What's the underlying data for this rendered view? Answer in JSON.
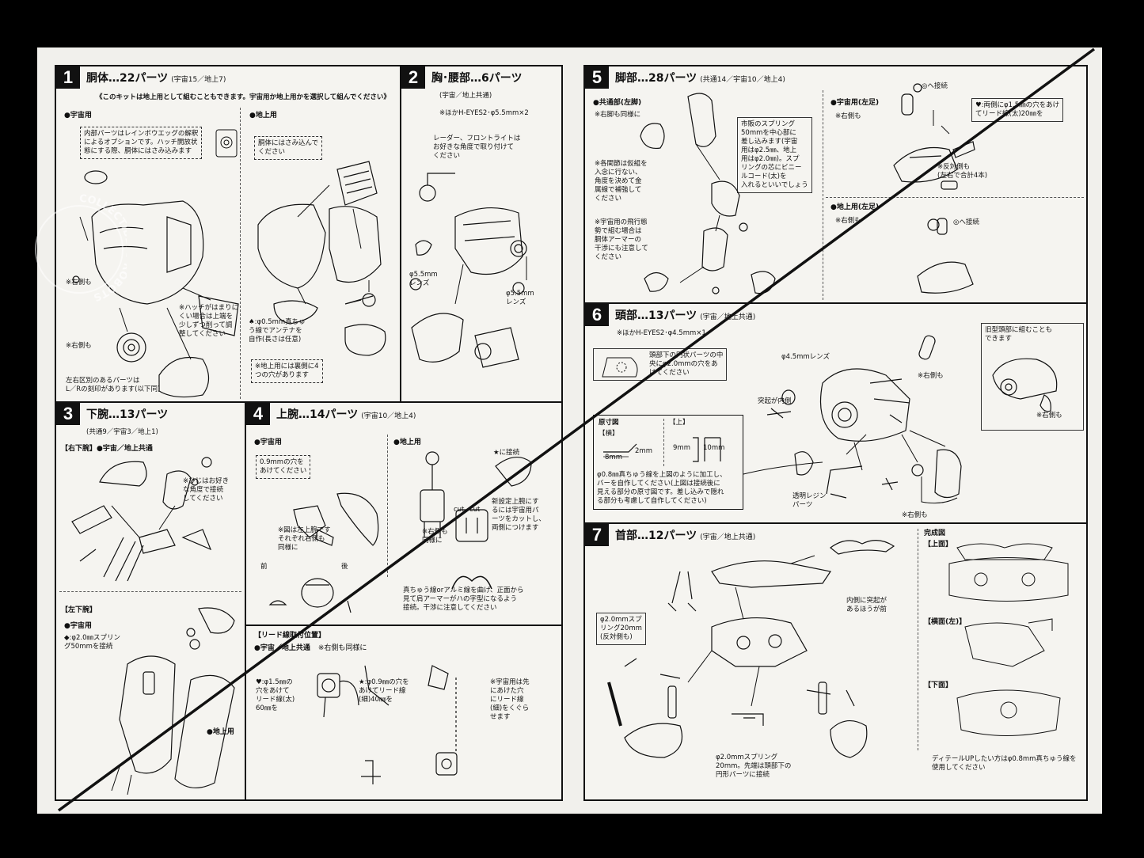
{
  "sections": {
    "s1": {
      "num": "1",
      "title": "胴体…22パーツ",
      "sub": "(宇宙15／地上7)",
      "intro": "《このキットは地上用として組むこともできます。宇宙用か地上用かを選択して組んでください》",
      "space_label": "●宇宙用",
      "ground_label": "●地上用",
      "note_inner": [
        "内部パーツはレインボウエッグの解釈",
        "によるオプションです。ハッチ開放状",
        "態にする際、胴体にはさみ込みます"
      ],
      "note_ground": [
        "胴体にはさみ込んで",
        "ください"
      ],
      "right_side_1": "※右側も",
      "right_side_2": "※右側も",
      "hatch_note": [
        "※ハッチがはまりに",
        "くい場合は上端を",
        "少しずつ削って調",
        "整してください"
      ],
      "antenna_note": [
        "♠:φ0.5mm真ちゅ",
        "う線でアンテナを",
        "自作(長さは任意)"
      ],
      "holes_note": [
        "※地上用には裏側に4",
        "つの穴があります"
      ],
      "lr_note": [
        "左右区別のあるパーツは",
        "L／Rの刻印があります(以下同)"
      ]
    },
    "s2": {
      "num": "2",
      "title": "胸･腰部…6パーツ",
      "sub": "(宇宙／地上共通)",
      "extra": "※ほかH-EYES2･φ5.5mm×2",
      "radar_note": [
        "レーダー、フロントライトは",
        "お好きな角度で取り付けて",
        "ください"
      ],
      "lens1": [
        "φ5.5mm",
        "レンズ"
      ],
      "lens2": [
        "φ5.5mm",
        "レンズ"
      ]
    },
    "s3": {
      "num": "3",
      "title": "下腕…13パーツ",
      "sub": "",
      "counts": "(共通9／宇宙3／地上1)",
      "right_arm": "【右下腕】",
      "right_common": "●宇宙／地上共通",
      "elbow_note": [
        "※ひじはお好き",
        "な角度で接続",
        "してください"
      ],
      "left_arm": "【左下腕】",
      "left_space": "●宇宙用",
      "spring_note": [
        "◆:φ2.0㎜スプリン",
        "グ50mmを接続"
      ],
      "ground": "●地上用"
    },
    "s4": {
      "num": "4",
      "title": "上腕…14パーツ",
      "sub": "(宇宙10／地上4)",
      "space_label": "●宇宙用",
      "ground_label": "●地上用",
      "hole_note": [
        "0.9mmの穴を",
        "あけてください"
      ],
      "fig_note": [
        "※図は左上腕です",
        "それぞれ右側も",
        "同様に"
      ],
      "front": "前",
      "back": "後",
      "star_connect": "★に接続",
      "cut1": "cut",
      "cut2": "cut",
      "similar": [
        "※右側も",
        "同様に"
      ],
      "new_note": [
        "新設定上腕にす",
        "るには宇宙用パ",
        "ーツをカットし、",
        "両側につけます"
      ],
      "wire_note": [
        "真ちゅう線orアルミ線を曲げ、正面から",
        "見て肩アーマーがハの字型になるよう",
        "接続。干渉に注意してください"
      ]
    },
    "lead": {
      "title": "【リード線取付位置】",
      "common": "●宇宙／地上共通",
      "right_similar": "※右側も同様に",
      "heart_note": [
        "♥:φ1.5㎜の",
        "穴をあけて",
        "リード線(太)",
        "60㎜を"
      ],
      "star_note": [
        "★:φ0.9㎜の穴を",
        "あけてリード線",
        "(細)40㎜を"
      ],
      "space_note": [
        "※宇宙用は先",
        "にあけた穴",
        "にリード線",
        "(細)をくぐら",
        "せます"
      ]
    },
    "s5": {
      "num": "5",
      "title": "脚部…28パーツ",
      "sub": "(共通14／宇宙10／地上4)",
      "common_label": "●共通部(左脚)",
      "right_similar": "※右脚も同様に",
      "joint_note": [
        "※各関節は仮組を",
        "入念に行ない、",
        "角度を決めて金",
        "属線で補強して",
        "ください"
      ],
      "flight_note": [
        "※宇宙用の飛行態",
        "勢で組む場合は",
        "胴体アーマーの",
        "干渉にも注意して",
        "ください"
      ],
      "spring_note": [
        "市販のスプリング",
        "50mmを中心部に",
        "差し込みます(宇宙",
        "用はφ2.5㎜、地上",
        "用はφ2.0㎜)。スプ",
        "リングの芯にビニー",
        "ルコード(太)を",
        "入れるといいでしょう"
      ],
      "space_left": "●宇宙用(左足)",
      "right_too": "※右側も",
      "connect1": "◎へ接続",
      "heart_note": [
        "♥:両側にφ1.5㎜の穴をあけ",
        "てリード線(太)20㎜を"
      ],
      "opposite": [
        "※反対側も",
        "(左右で合計4本)"
      ],
      "ground_left": "●地上用(左足)",
      "connect2": "◎へ接続",
      "right_too2": "※右側も"
    },
    "s6": {
      "num": "6",
      "title": "頭部…13パーツ",
      "sub": "(宇宙／地上共通)",
      "extra": "※ほかH-EYES2･φ4.5mm×1",
      "disc_note": [
        "頭部下の円状パーツの中",
        "央にφ2.0mmの穴をあ",
        "けてください"
      ],
      "lens": "φ4.5mmレンズ",
      "right_a": "※右側も",
      "inner": "突起が内側",
      "old_head": [
        "旧型頭部に組むことも",
        "できます"
      ],
      "right_b": "※右側も",
      "orig": "原寸図",
      "side": "【横】",
      "top": "【上】",
      "d8": "8mm",
      "d2": "2mm",
      "d9": "9mm",
      "d10": "10mm",
      "resin": [
        "透明レジン",
        "パーツ"
      ],
      "bar_note": [
        "φ0.8㎜真ちゅう線を上図のように加工し、",
        "バーを自作してください(上図は接続後に",
        "見える部分の原寸図です。差し込みで隠れ",
        "る部分も考慮して自作してください)"
      ],
      "right_c": "※右側も"
    },
    "s7": {
      "num": "7",
      "title": "首部…12パーツ",
      "sub": "(宇宙／地上共通)",
      "spring_l": [
        "φ2.0mmスプ",
        "リング20mm",
        "(反対側も)"
      ],
      "bump": [
        "内側に突起が",
        "あるほうが前"
      ],
      "spring_b": [
        "φ2.0mmスプリング",
        "20mm。先端は頭部下の",
        "円形パーツに接続"
      ],
      "done": "完成図",
      "top": "【上面】",
      "side": "【横面(左)】",
      "bottom": "【下面】",
      "detail": [
        "ディテールUPしたい方はφ0.8mm真ちゅう線を",
        "使用してください"
      ]
    }
  },
  "watermark": "COLLECTIBLES ROBOTS"
}
